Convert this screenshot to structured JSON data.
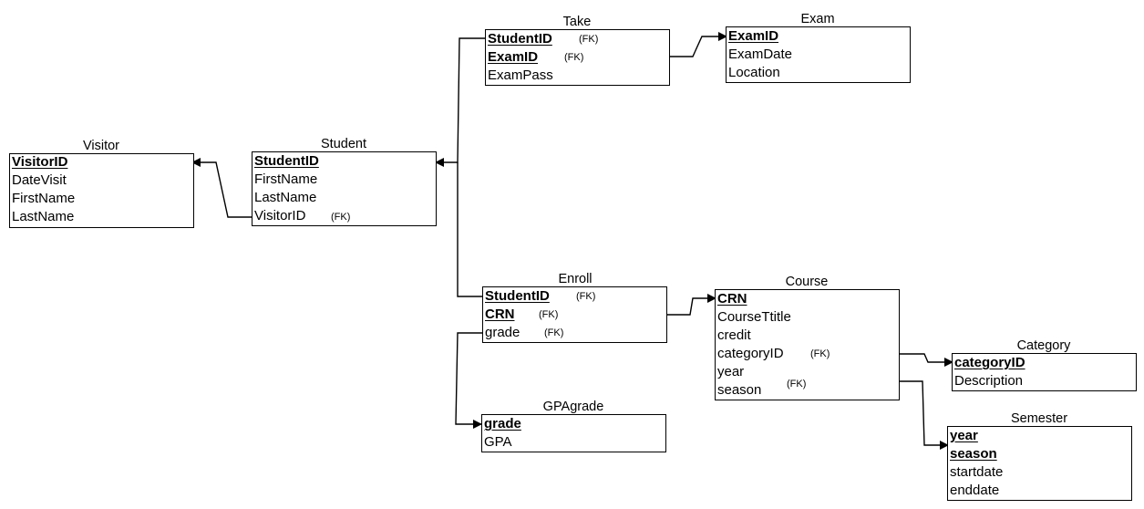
{
  "entities": {
    "visitor": {
      "title": "Visitor",
      "fields": [
        "VisitorID",
        "DateVisit",
        "FirstName",
        "LastName"
      ]
    },
    "student": {
      "title": "Student",
      "fields": [
        "StudentID",
        "FirstName",
        "LastName",
        "VisitorID"
      ]
    },
    "take": {
      "title": "Take",
      "fields": [
        "StudentID",
        "ExamID",
        "ExamPass"
      ]
    },
    "exam": {
      "title": "Exam",
      "fields": [
        "ExamID",
        "ExamDate",
        "Location"
      ]
    },
    "enroll": {
      "title": "Enroll",
      "fields": [
        "StudentID",
        "CRN",
        "grade"
      ]
    },
    "gpagrade": {
      "title": "GPAgrade",
      "fields": [
        "grade",
        "GPA"
      ]
    },
    "course": {
      "title": "Course",
      "fields": [
        "CRN",
        "CourseTtitle",
        "credit",
        "categoryID",
        "year",
        "season"
      ]
    },
    "category": {
      "title": "Category",
      "fields": [
        "categoryID",
        "Description"
      ]
    },
    "semester": {
      "title": "Semester",
      "fields": [
        "year",
        "season",
        "startdate",
        "enddate"
      ]
    }
  },
  "fk_label": "(FK)"
}
